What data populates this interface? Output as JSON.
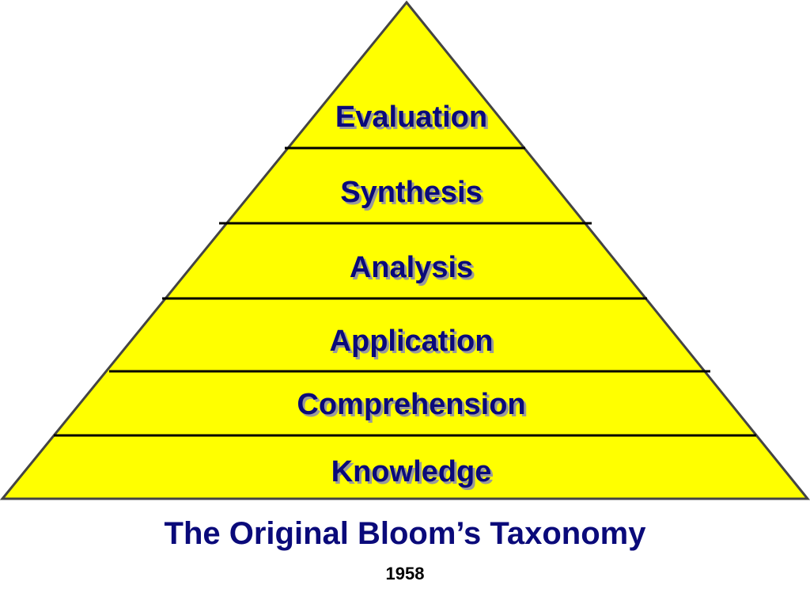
{
  "diagram": {
    "levels_top_to_bottom": [
      "Evaluation",
      "Synthesis",
      "Analysis",
      "Application",
      "Comprehension",
      "Knowledge"
    ]
  },
  "caption": {
    "title": "The Original Bloom’s Taxonomy",
    "year": "1958"
  },
  "colors": {
    "pyramid_fill": "#FFFF00",
    "outline": "#444444",
    "divider": "#000000",
    "label_text": "#0A0A7A",
    "label_shadow": "#9A9A9A",
    "caption_text": "#0A0A7A",
    "year_text": "#000000"
  }
}
